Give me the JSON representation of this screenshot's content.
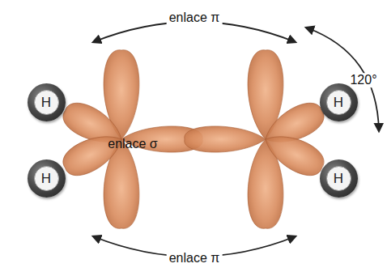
{
  "diagram": {
    "nodes": [
      {
        "text": [
          "H"
        ]
      },
      {
        "text": [
          "H"
        ]
      },
      {
        "text": [
          "H"
        ]
      },
      {
        "text": [
          "H"
        ]
      }
    ],
    "labels": [
      "enlace π",
      "enlace σ",
      "120°",
      "enlace π"
    ]
  }
}
